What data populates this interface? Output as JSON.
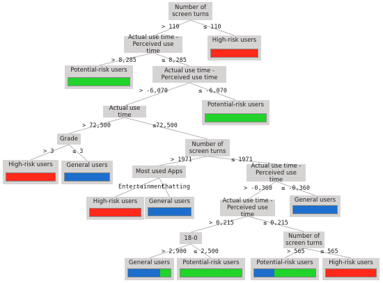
{
  "colors": {
    "high_risk": "#ff2a1a",
    "general": "#1c6fcc",
    "potential": "#22d32a",
    "node_bg": "#d6d3d3",
    "edge": "#b5b5b5"
  },
  "nodes": {
    "n_screen_turns_1": {
      "lines": [
        "Number of",
        "screen turns"
      ]
    },
    "n_actual_perceived_1": {
      "lines": [
        "Actual use time -",
        "Perceived use time"
      ]
    },
    "n_high_risk_1": {
      "label": "High-risk users",
      "bar": [
        "high_risk"
      ]
    },
    "n_potential_1": {
      "label": "Potential-risk users",
      "bar": [
        "potential"
      ]
    },
    "n_actual_perceived_2": {
      "lines": [
        "Actual use time -",
        "Perceived use time"
      ]
    },
    "n_actual_use_time": {
      "lines": [
        "Actual use time"
      ]
    },
    "n_potential_2": {
      "label": "Potential-risk users",
      "bar": [
        "potential"
      ]
    },
    "n_grade": {
      "lines": [
        "Grade"
      ]
    },
    "n_screen_turns_2": {
      "lines": [
        "Number of",
        "screen turns"
      ]
    },
    "n_high_risk_2": {
      "label": "High-risk users",
      "bar": [
        "high_risk"
      ]
    },
    "n_general_1": {
      "label": "General users",
      "bar": [
        "general"
      ]
    },
    "n_most_used_apps": {
      "lines": [
        "Most used Apps"
      ]
    },
    "n_actual_perceived_3": {
      "lines": [
        "Actual use time -",
        "Perceived use time"
      ]
    },
    "n_high_risk_3": {
      "label": "High-risk users",
      "bar": [
        "high_risk"
      ]
    },
    "n_general_2": {
      "label": "General users",
      "bar": [
        "general"
      ]
    },
    "n_actual_perceived_4": {
      "lines": [
        "Actual use time -",
        "Perceived use time"
      ]
    },
    "n_general_3": {
      "label": "General users",
      "bar": [
        "general"
      ]
    },
    "n_18_0": {
      "lines": [
        "18-0"
      ]
    },
    "n_screen_turns_3": {
      "lines": [
        "Number of",
        "screen turns"
      ]
    },
    "n_general_4": {
      "label": "General users",
      "bar": [
        "general",
        "potential"
      ]
    },
    "n_potential_3": {
      "label": "Potential-risk users",
      "bar": [
        "potential"
      ]
    },
    "n_potential_4": {
      "label": "Potential-risk users",
      "bar": [
        "general",
        "potential"
      ]
    },
    "n_high_risk_4": {
      "label": "High-risk users",
      "bar": [
        "high_risk"
      ]
    }
  },
  "edges": {
    "e1": {
      "label": "> 110"
    },
    "e2": {
      "label": "≤ 110"
    },
    "e3": {
      "label": "> 8,285"
    },
    "e4": {
      "label": "≤ 8,285"
    },
    "e5": {
      "label": "> -6,070"
    },
    "e6": {
      "label": "≤ -6,070"
    },
    "e7": {
      "label": "> 72,500"
    },
    "e8": {
      "label": "≤72,500"
    },
    "e9": {
      "label": "> 3"
    },
    "e10": {
      "label": "≤ 3"
    },
    "e11": {
      "label": "> 1971"
    },
    "e12": {
      "label": "≤ 1971"
    },
    "e13": {
      "label": "Entertainment"
    },
    "e14": {
      "label": "Chatting"
    },
    "e15": {
      "label": "> -0,360"
    },
    "e16": {
      "label": "≤ -0,360"
    },
    "e17": {
      "label": "> 0,215"
    },
    "e18": {
      "label": "≤ 0,215"
    },
    "e19": {
      "label": "> 2,900"
    },
    "e20": {
      "label": "≤ 2,500"
    },
    "e21": {
      "label": "> 565"
    },
    "e22": {
      "label": "≤ 565"
    }
  }
}
